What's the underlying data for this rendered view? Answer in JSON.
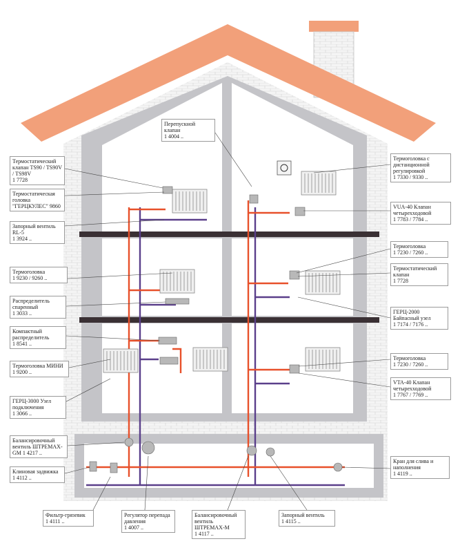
{
  "labels": {
    "overflow_valve": {
      "name": "Перепускной клапан",
      "code": "1 4004 .."
    },
    "thermo_valve_1": {
      "name": "Термостатический клапан TS90 / TS90V / TS98V",
      "code": "1 7728"
    },
    "thermo_head_herz": {
      "name": "Термостатическая головка \"ГЕРЦКУЛЕС\" 9860",
      "code": ""
    },
    "shutoff_rl5": {
      "name": "Запорный вентиль RL-5",
      "code": "1 3924 .."
    },
    "thermo_head_1": {
      "name": "Термоголовка",
      "code": "1 9230 / 9260 .."
    },
    "distributor_twin": {
      "name": "Распределитель спаренный",
      "code": "1 3033 .."
    },
    "compact_distributor": {
      "name": "Компактный распределитель",
      "code": "1 8541 .."
    },
    "thermo_head_mini": {
      "name": "Термоголовка МИНИ 1 9200 ..",
      "code": ""
    },
    "herz_3000": {
      "name": "ГЕРЦ-3000 Узел подключения",
      "code": "1 3066 .."
    },
    "balancing_gm": {
      "name": "Балансировочный вентиль ШТРЕМАХ-GM 1 4217 ..",
      "code": ""
    },
    "ball_valve": {
      "name": "Клиновая задвижка 1 4112 ..",
      "code": ""
    },
    "filter": {
      "name": "Фильтр-грязевик",
      "code": "1 4111 .."
    },
    "pressure_regulator": {
      "name": "Регулятор перепада давления",
      "code": "1 4007 .."
    },
    "balancing_m": {
      "name": "Балансировочный вентиль ШТРЕМАХ-М",
      "code": "1 4117 .."
    },
    "shutoff_4115": {
      "name": "Запорный вентиль",
      "code": "1 4115 .."
    },
    "drain_valve": {
      "name": "Кран для слива и наполнения",
      "code": "1 4119 .."
    },
    "remote_head": {
      "name": "Термоголовка с дистанционной регулировкой",
      "code": "1 7330 / 9330 .."
    },
    "vua40": {
      "name": "VUA-40 Клапан четырехходовой",
      "code": "1 7783 / 7784 .."
    },
    "thermo_head_2": {
      "name": "Термоголовка",
      "code": "1 7230 / 7260 .."
    },
    "thermo_valve_2": {
      "name": "Термостатический клапан",
      "code": "1 7728"
    },
    "herz_2000": {
      "name": "ГЕРЦ-2000 Байпасный узел",
      "code": "1 7174 / 7176 .."
    },
    "thermo_head_3": {
      "name": "Термоголовка",
      "code": "1 7230 / 7260 .."
    },
    "vta40": {
      "name": "VTA-40 Клапан четырехходовой",
      "code": "1 7767 / 7769 .."
    }
  },
  "colors": {
    "roof": "#f2a07a",
    "wall": "#c4c4c8",
    "floor_slab": "#3a3034",
    "pipe_supply": "#e8502a",
    "pipe_return": "#5a3f8a",
    "radiator": "#d8d8d8"
  }
}
